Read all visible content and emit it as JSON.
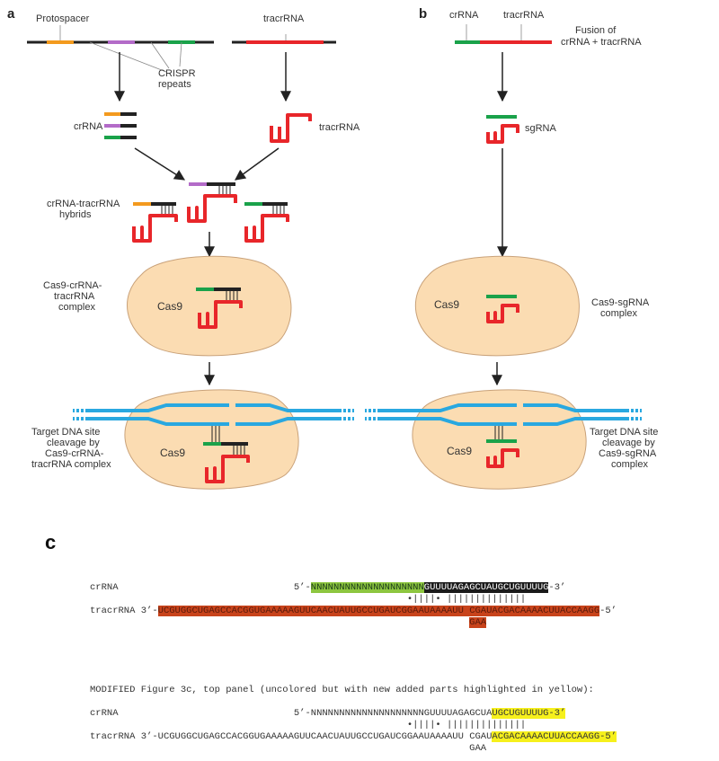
{
  "panels": {
    "a": "a",
    "b": "b",
    "c": "c"
  },
  "panel_a": {
    "protospacer": "Protospacer",
    "crispr_repeats_1": "CRISPR",
    "crispr_repeats_2": "repeats",
    "tracrrna_top": "tracrRNA",
    "crrna": "crRNA",
    "tracrrna_mid": "tracrRNA",
    "hybrids_1": "crRNA-tracrRNA",
    "hybrids_2": "hybrids",
    "cas9": "Cas9",
    "complex_1": "Cas9-crRNA-",
    "complex_2": "tracrRNA",
    "complex_3": "complex",
    "cas9_target": "Cas9",
    "target_1": "Target DNA site",
    "target_2": "cleavage by",
    "target_3": "Cas9-crRNA-",
    "target_4": "tracrRNA complex"
  },
  "panel_b": {
    "crrna": "crRNA",
    "tracrrna": "tracrRNA",
    "fusion_1": "Fusion of",
    "fusion_2": "crRNA + tracrRNA",
    "sgrna": "sgRNA",
    "cas9": "Cas9",
    "complex_1": "Cas9-sgRNA",
    "complex_2": "complex",
    "cas9_target": "Cas9",
    "target_1": "Target DNA site",
    "target_2": "cleavage by",
    "target_3": "Cas9-sgRNA",
    "target_4": "complex"
  },
  "panel_c": {
    "crrna_label": "crRNA",
    "tracrrna_label": "tracrRNA",
    "five_prime": "5’-",
    "three_prime": "3’-",
    "crrna_spacer": "NNNNNNNNNNNNNNNNNNNN",
    "crrna_repeat": "GUUUUAGAGCUAUGCUGUUUUG",
    "crrna_end": "-3’",
    "pairing": "•||||• ||||||||||||||",
    "tracrrna_seq": "UCGUGGCUGAGCCACGGUGAAAAAGUUCAACUAUUGCCUGAUCGGAAUAAAAUU CGAUACGACAAAACUUACCAAGG",
    "tracrrna_end": "-5’",
    "loop": "GAA",
    "modified_caption": "MODIFIED Figure 3c, top panel (uncolored but with new added parts highlighted in yellow):",
    "mod_crrna_main": "NNNNNNNNNNNNNNNNNNNNGUUUUAGAGCUA",
    "mod_crrna_added": "UGCUGUUUUG-3’",
    "mod_tracr_main": "UCGUGGCUGAGCCACGGUGAAAAAGUUCAACUAUUGCCUGAUCGGAAUAAAAUU CGAU",
    "mod_tracr_added": "ACGACAAAACUUACCAAGG-5’"
  },
  "colors": {
    "protospacer_orange": "#f39a1e",
    "spacer_purple": "#b36bc8",
    "spacer_green": "#1aa24a",
    "rna_red": "#e8262a",
    "dna_blue": "#29a8e0",
    "cas9_fill": "#fbdcb2",
    "highlight_green": "#8dc63f",
    "highlight_red": "#c8431b",
    "highlight_yellow": "#f6f01c"
  }
}
